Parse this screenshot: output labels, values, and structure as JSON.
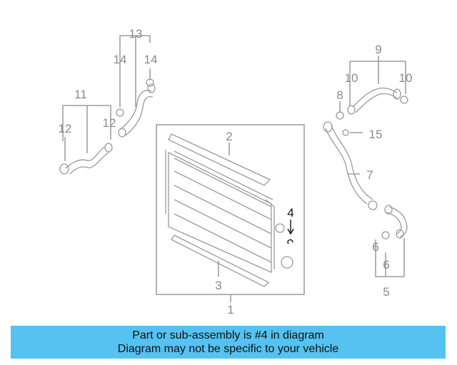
{
  "diagram": {
    "highlight_part": "4",
    "callouts": [
      {
        "id": "c1",
        "label": "1",
        "highlight": false
      },
      {
        "id": "c2",
        "label": "2",
        "highlight": false
      },
      {
        "id": "c3",
        "label": "3",
        "highlight": false
      },
      {
        "id": "c4",
        "label": "4",
        "highlight": true
      },
      {
        "id": "c5",
        "label": "5",
        "highlight": false
      },
      {
        "id": "c6a",
        "label": "6",
        "highlight": false
      },
      {
        "id": "c6b",
        "label": "6",
        "highlight": false
      },
      {
        "id": "c7",
        "label": "7",
        "highlight": false
      },
      {
        "id": "c8",
        "label": "8",
        "highlight": false
      },
      {
        "id": "c9",
        "label": "9",
        "highlight": false
      },
      {
        "id": "c10a",
        "label": "10",
        "highlight": false
      },
      {
        "id": "c10b",
        "label": "10",
        "highlight": false
      },
      {
        "id": "c11",
        "label": "11",
        "highlight": false
      },
      {
        "id": "c12a",
        "label": "12",
        "highlight": false
      },
      {
        "id": "c12b",
        "label": "12",
        "highlight": false
      },
      {
        "id": "c13",
        "label": "13",
        "highlight": false
      },
      {
        "id": "c14a",
        "label": "14",
        "highlight": false
      },
      {
        "id": "c14b",
        "label": "14",
        "highlight": false
      },
      {
        "id": "c15",
        "label": "15",
        "highlight": false
      }
    ]
  },
  "banner": {
    "line1": "Part or sub-assembly is #4 in diagram",
    "line2": "Diagram may not be specific to your vehicle"
  },
  "colors": {
    "banner_bg": "#55c2f1",
    "line_gray": "#9a9a9a",
    "highlight": "#111111"
  }
}
